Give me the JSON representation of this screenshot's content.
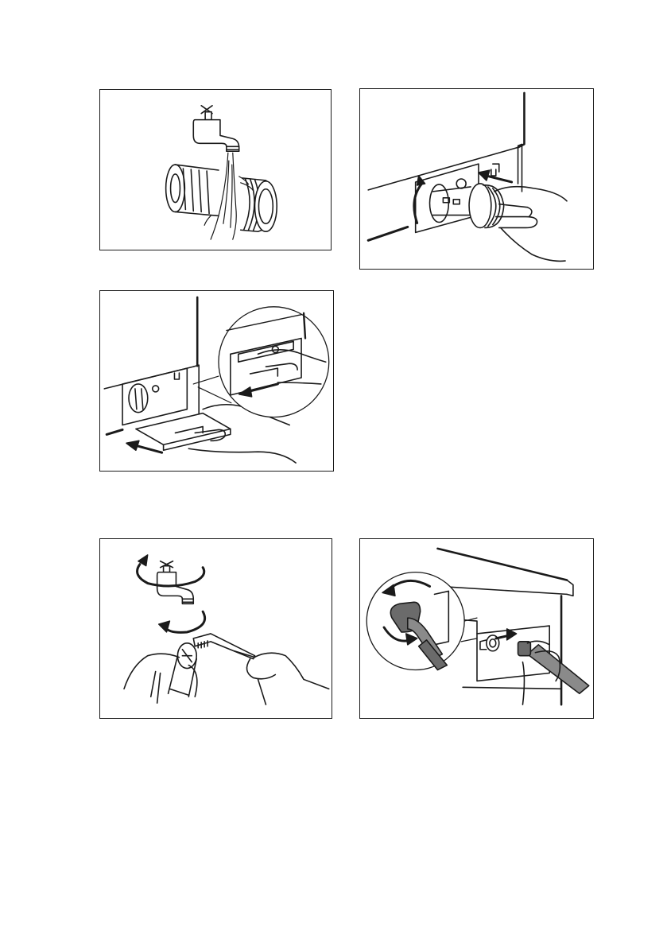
{
  "colors": {
    "line": "#1a1a1a",
    "hose": "#6b6b6b",
    "hose_light": "#8a8a8a",
    "background": "#ffffff"
  },
  "figures": [
    {
      "id": "rinse-filter-under-tap"
    },
    {
      "id": "reinsert-pump-filter"
    },
    {
      "id": "close-service-flap"
    },
    {
      "id": "clean-tap-inlet-filter"
    },
    {
      "id": "unscrew-inlet-hose"
    }
  ]
}
